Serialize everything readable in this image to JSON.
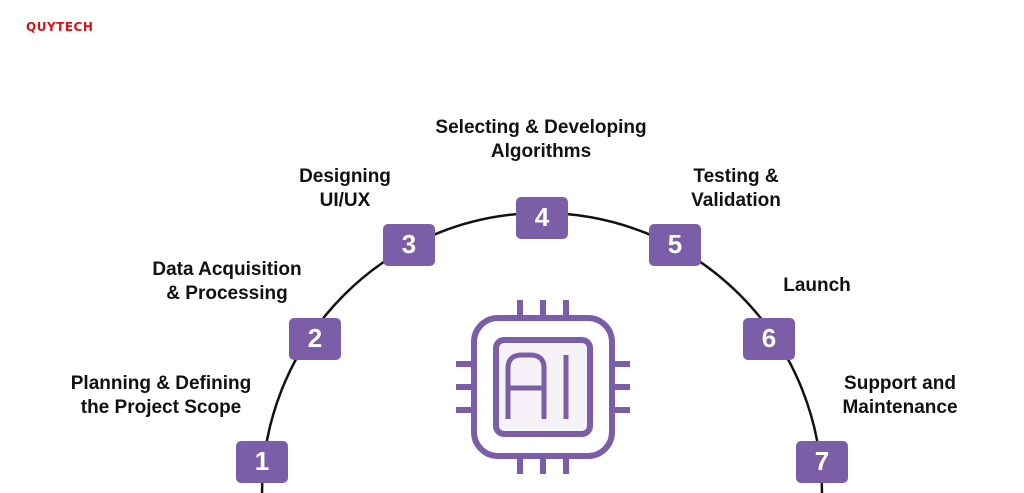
{
  "brand": {
    "name": "QUYTECH"
  },
  "colors": {
    "accent": "#7b5ea7",
    "arc": "#111111",
    "brand": "#d0141c"
  },
  "center_icon": {
    "name": "ai-chip-icon",
    "text": "AI"
  },
  "steps": [
    {
      "number": "1",
      "label_lines": [
        "Planning & Defining",
        "the Project Scope"
      ]
    },
    {
      "number": "2",
      "label_lines": [
        "Data Acquisition",
        "& Processing"
      ]
    },
    {
      "number": "3",
      "label_lines": [
        "Designing",
        "UI/UX"
      ]
    },
    {
      "number": "4",
      "label_lines": [
        "Selecting & Developing",
        "Algorithms"
      ]
    },
    {
      "number": "5",
      "label_lines": [
        "Testing &",
        "Validation"
      ]
    },
    {
      "number": "6",
      "label_lines": [
        "Launch"
      ]
    },
    {
      "number": "7",
      "label_lines": [
        "Support and",
        "Maintenance"
      ]
    }
  ]
}
